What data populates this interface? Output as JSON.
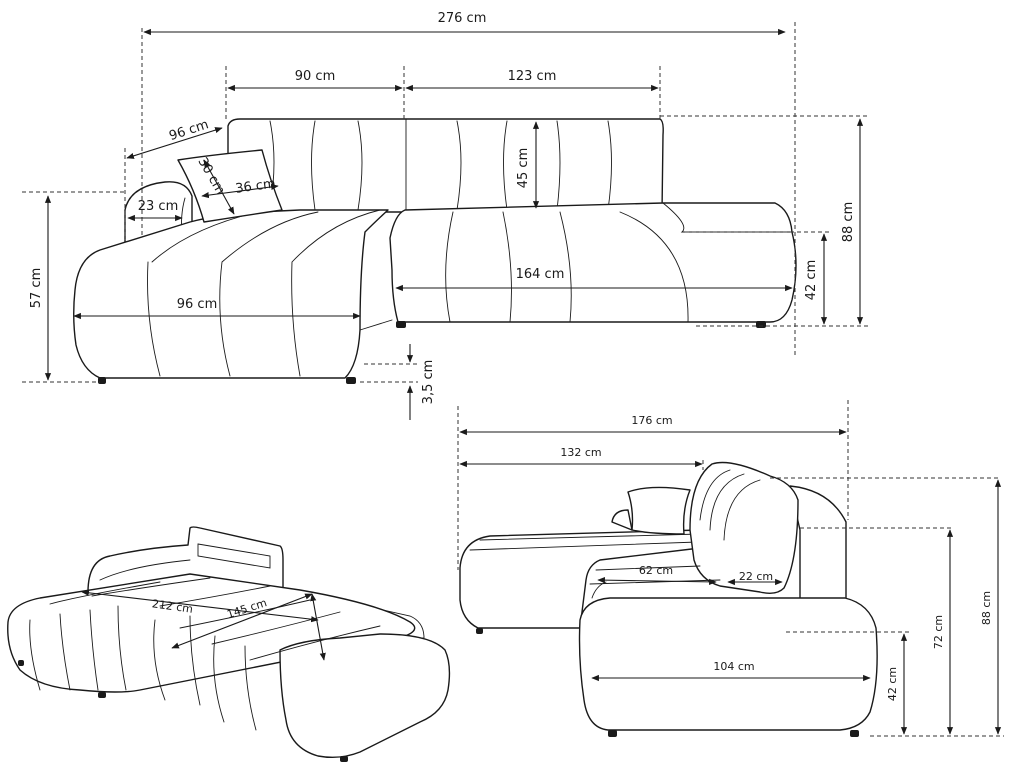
{
  "diagram": {
    "front_view": {
      "overall_width": "276 cm",
      "back_left": "90 cm",
      "back_right": "123 cm",
      "chaise_depth": "96 cm",
      "pillow_height": "30 cm",
      "pillow_width": "36 cm",
      "armrest_width": "23 cm",
      "backrest_height": "45 cm",
      "total_height": "88 cm",
      "seat_height": "42 cm",
      "chaise_height": "57 cm",
      "seat_width": "164 cm",
      "chaise_width": "96 cm",
      "leg_height": "3,5 cm"
    },
    "side_view": {
      "overall_depth": "176 cm",
      "depth_132": "132 cm",
      "seat_depth": "62 cm",
      "back_thickness": "22 cm",
      "chaise_length": "104 cm",
      "seat_height": "42 cm",
      "arm_height": "72 cm",
      "total_height": "88 cm"
    },
    "bed_view": {
      "bed_length": "212 cm",
      "bed_width": "145 cm"
    }
  }
}
